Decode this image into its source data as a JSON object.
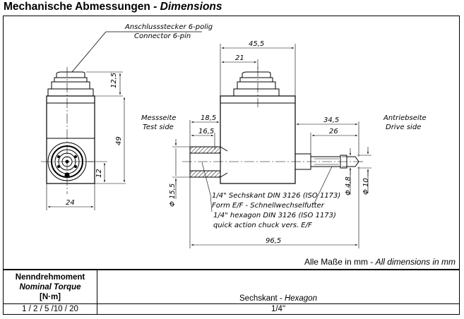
{
  "title": {
    "de": "Mechanische Abmessungen - ",
    "en": "Dimensions"
  },
  "drawing": {
    "connector_de": "Anschlussstecker 6-polig",
    "connector_en": "Connector 6-pin",
    "test_side_de": "Messseite",
    "test_side_en": "Test side",
    "drive_side_de": "Antriebseite",
    "drive_side_en": "Drive side",
    "hex_note_1": "1/4\" Sechskant DIN 3126 (ISO 1173)",
    "hex_note_2": "Form E/F - Schnellwechselfutter",
    "hex_note_3": "1/4\" hexagon DIN 3126 (ISO 1173)",
    "hex_note_4": "quick action chuck vers. E/F",
    "dims": {
      "d45_5": "45,5",
      "d21": "21",
      "d12_5": "12,5",
      "d49": "49",
      "d12": "12",
      "d24": "24",
      "d18_5": "18,5",
      "d16_5": "16,5",
      "d34_5": "34,5",
      "d26": "26",
      "d96_5": "96,5",
      "dia15_5": "15,5",
      "dia4_8": "4,8",
      "dia10": "10",
      "dia_symbol": "Φ"
    }
  },
  "note": {
    "de": "Alle Maße in mm - ",
    "en": "All dimensions in mm"
  },
  "table": {
    "header_de": "Nenndrehmoment",
    "header_en": "Nominal Torque",
    "header_unit": "[N·m]",
    "col2_de": "Sechskant - ",
    "col2_en": "Hexagon",
    "row_torque": "1 / 2 / 5 /10 / 20",
    "row_hex": "1/4\""
  }
}
